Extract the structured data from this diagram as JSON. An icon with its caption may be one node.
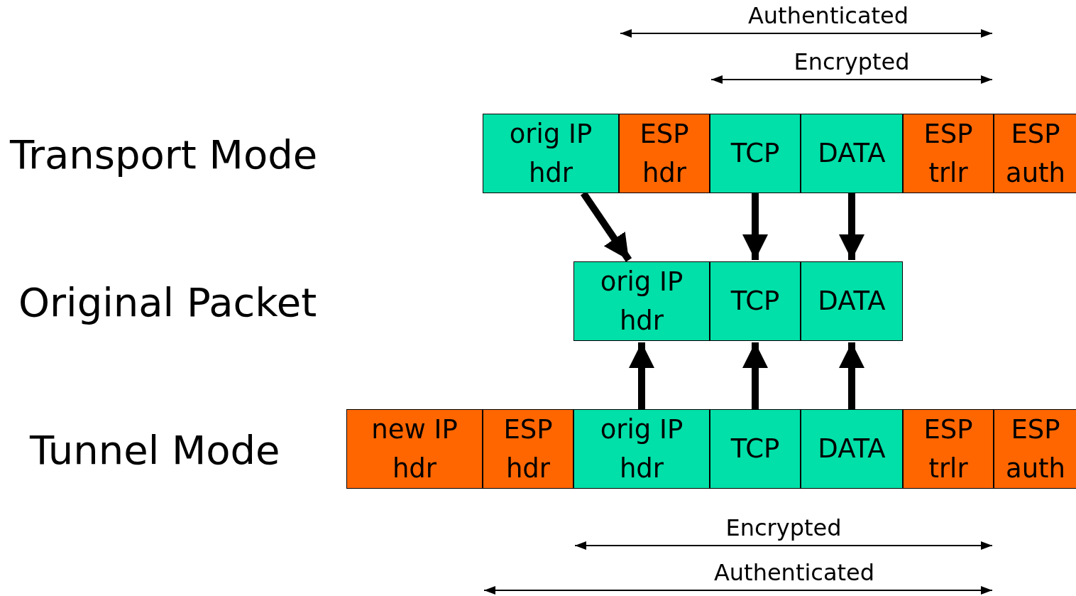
{
  "diagram": {
    "nodes": [
      {
        "text": [
          "orig IP hdr"
        ]
      },
      {
        "text": [
          "ESP hdr"
        ]
      },
      {
        "text": [
          "TCP"
        ]
      },
      {
        "text": [
          "DATA"
        ]
      },
      {
        "text": [
          "ESP trlr"
        ]
      },
      {
        "text": [
          "ESP auth"
        ]
      },
      {
        "text": [
          "orig IP hdr"
        ]
      },
      {
        "text": [
          "TCP"
        ]
      },
      {
        "text": [
          "DATA"
        ]
      },
      {
        "text": [
          "new IP hdr"
        ]
      },
      {
        "text": [
          "ESP hdr"
        ]
      },
      {
        "text": [
          "orig IP hdr"
        ]
      },
      {
        "text": [
          "TCP"
        ]
      },
      {
        "text": [
          "DATA"
        ]
      },
      {
        "text": [
          "ESP trlr"
        ]
      },
      {
        "text": [
          "ESP auth"
        ]
      }
    ],
    "edges": [
      {
        "from": 0,
        "to": 6,
        "arrow": "to"
      },
      {
        "from": 2,
        "to": 7,
        "arrow": "to"
      },
      {
        "from": 3,
        "to": 8,
        "arrow": "to"
      },
      {
        "from": 11,
        "to": 6,
        "arrow": "to"
      },
      {
        "from": 12,
        "to": 7,
        "arrow": "to"
      },
      {
        "from": 13,
        "to": 8,
        "arrow": "to"
      }
    ],
    "labels": [
      "Authenticated",
      "Encrypted",
      "Transport Mode",
      "Original Packet",
      "Tunnel Mode",
      "Encrypted",
      "Authenticated"
    ]
  }
}
